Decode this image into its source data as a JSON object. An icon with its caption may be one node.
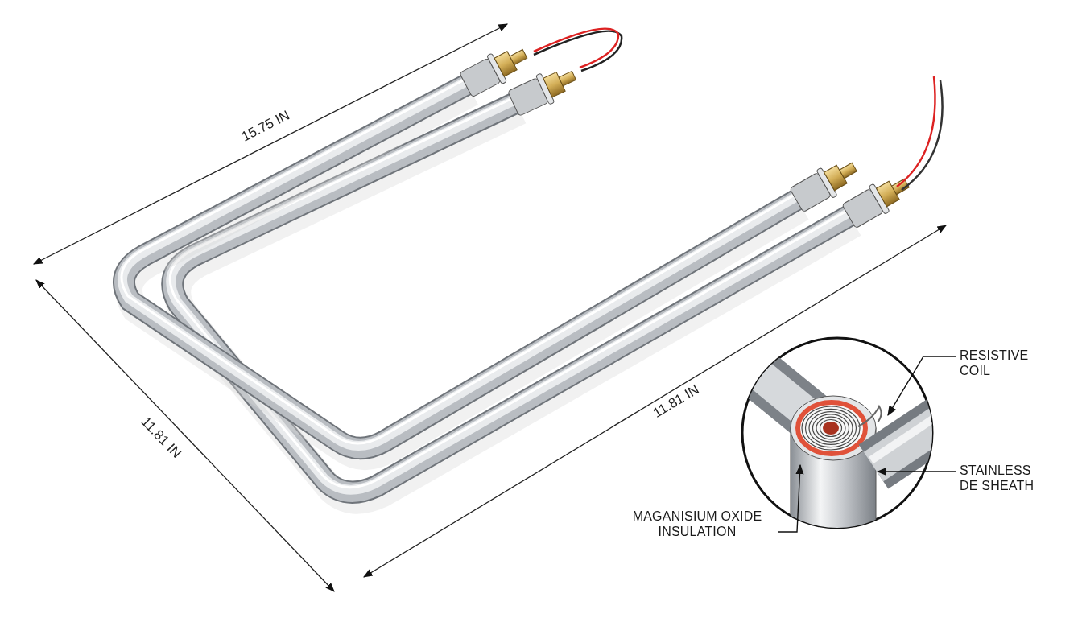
{
  "diagram": {
    "nodes": [
      {
        "text": [
          "RESISTIVE COIL"
        ]
      },
      {
        "text": [
          "STAINLESS DE SHEATH"
        ]
      },
      {
        "text": [
          "MAGANISIUM OXIDE INSULATION"
        ]
      },
      {
        "text": [],
        "shape": "picture"
      },
      {
        "text": [],
        "shape": "picture"
      },
      {
        "text": [],
        "shape": "picture"
      }
    ],
    "edges": [
      {
        "from": 0,
        "to": 3,
        "arrow": "to"
      },
      {
        "from": 1,
        "to": 4,
        "arrow": "to"
      },
      {
        "from": 2,
        "to": 5,
        "arrow": "to"
      }
    ],
    "labels": [
      "15.75 IN",
      "11.81 IN",
      "11.81 IN"
    ]
  }
}
